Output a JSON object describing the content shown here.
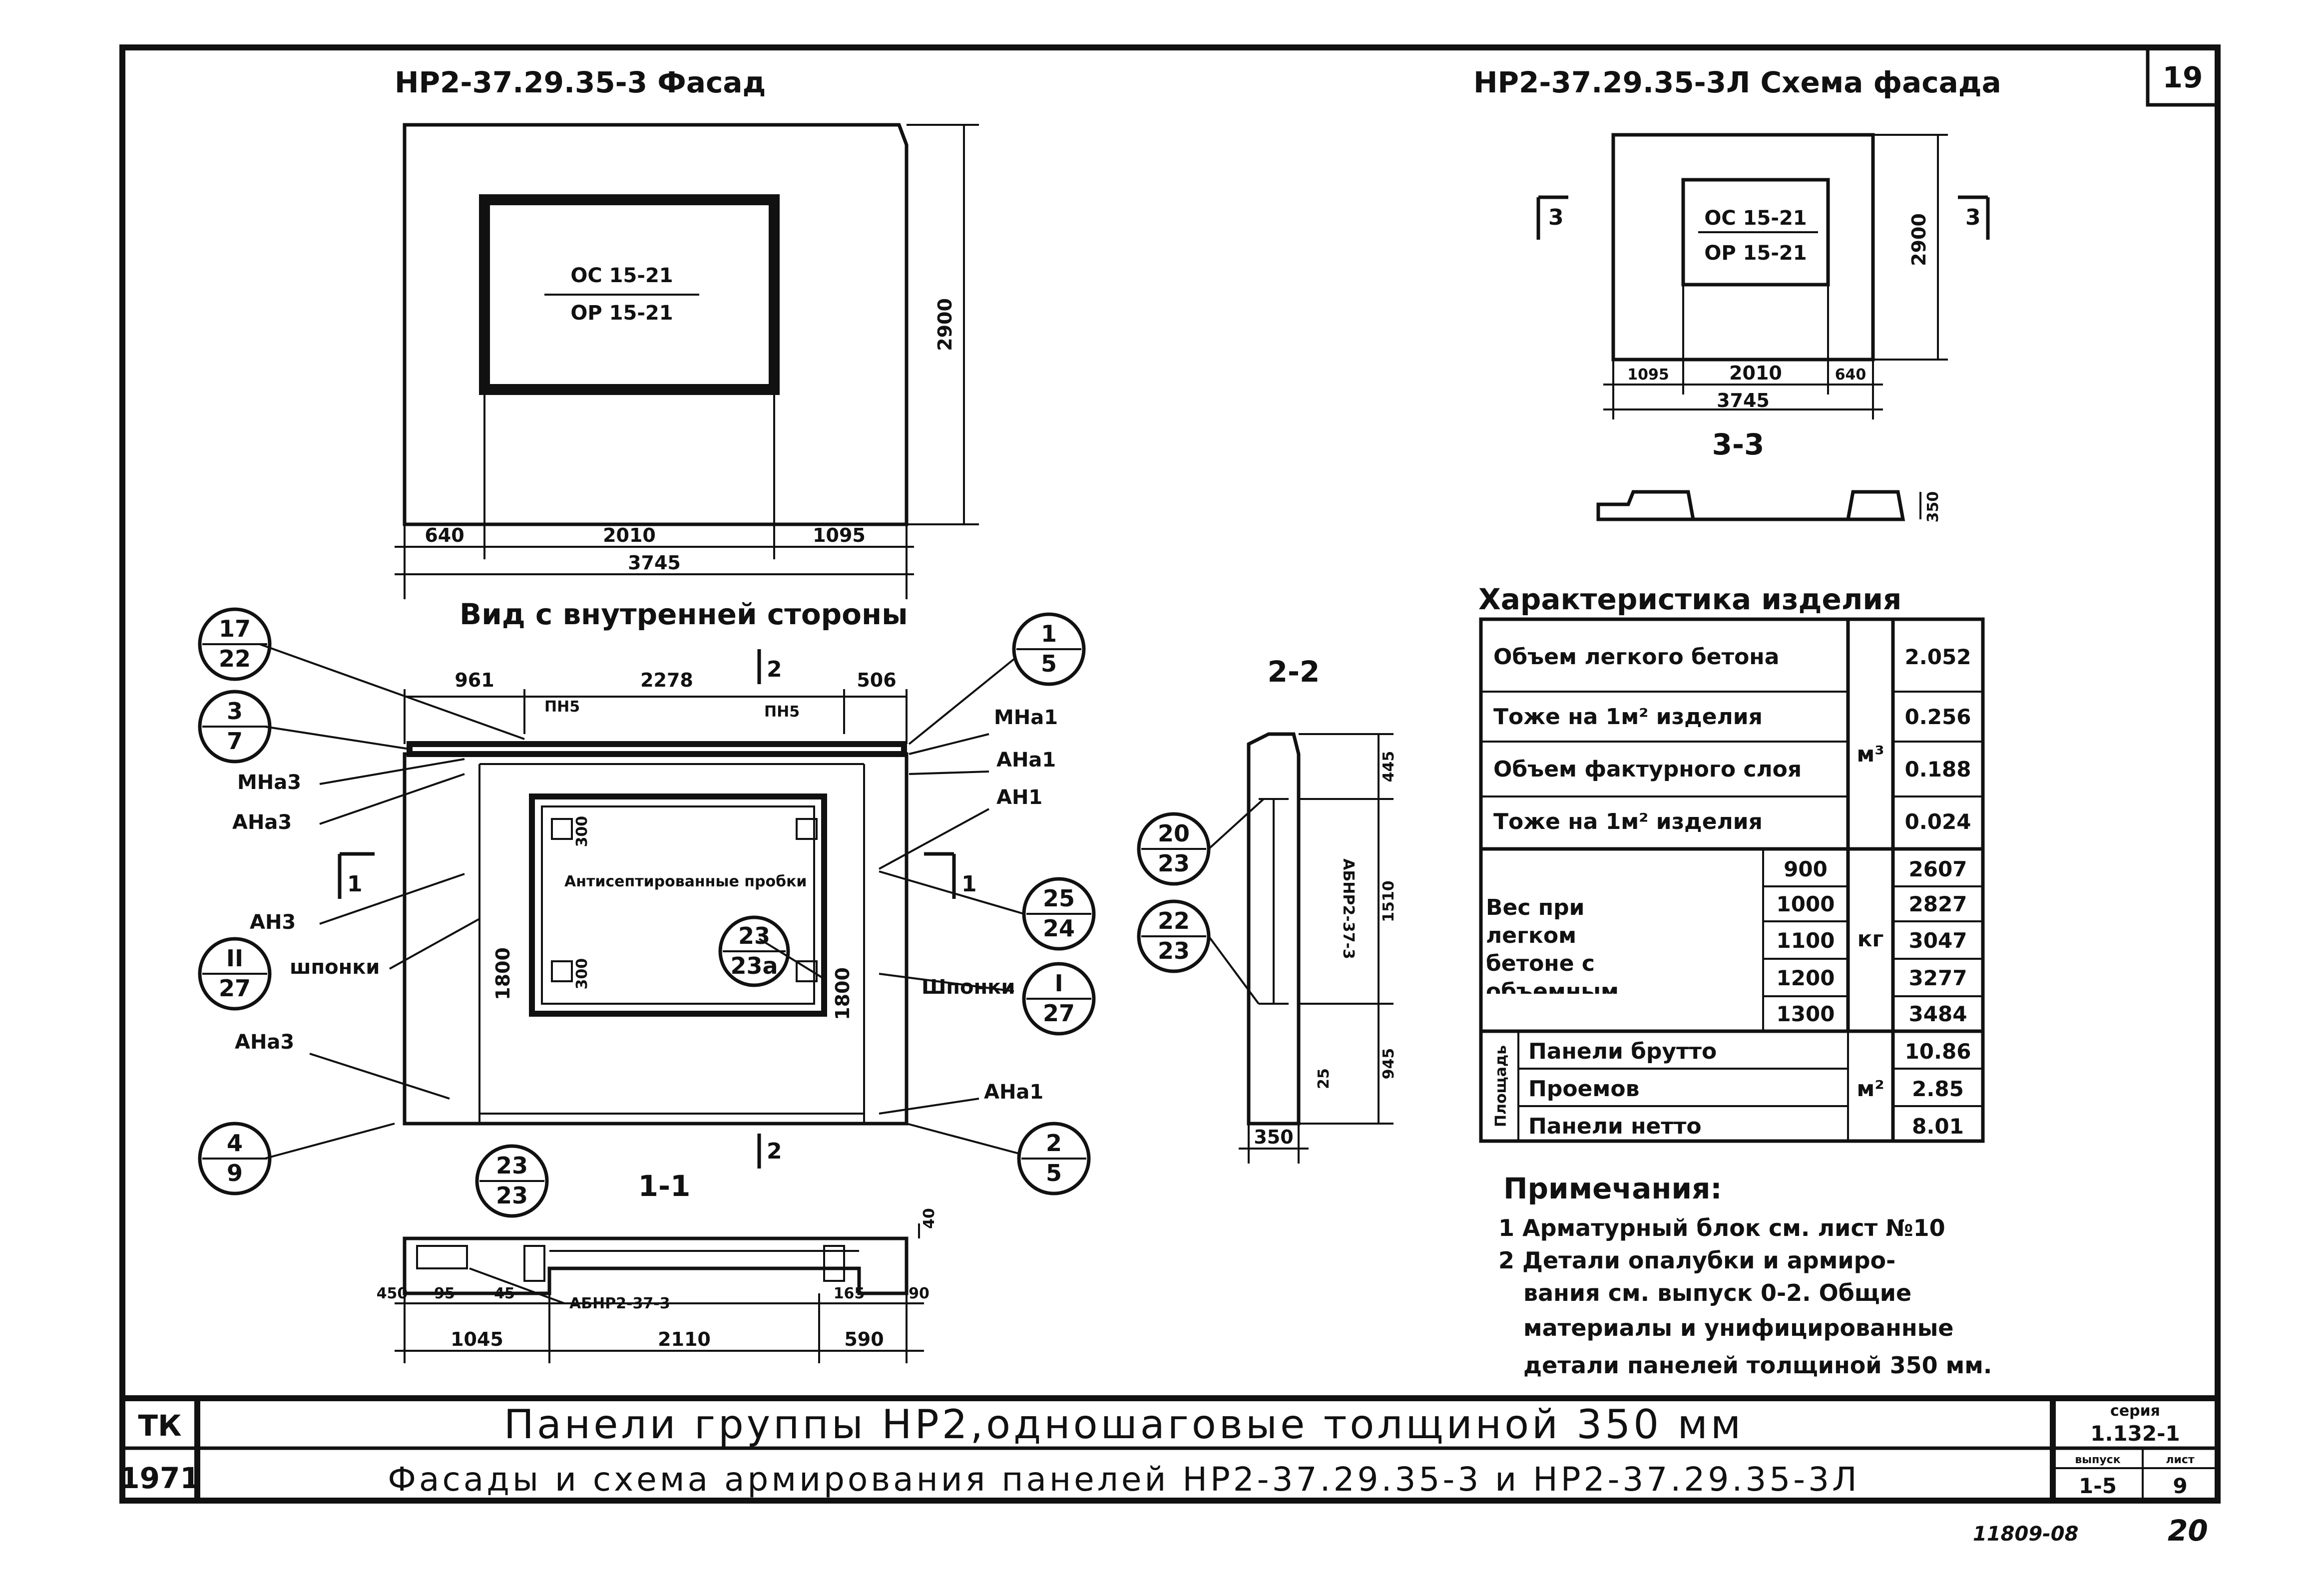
{
  "sheet_number": "19",
  "facade": {
    "title": "НР2-37.29.35-3 Фасад",
    "window_top": "ОС 15-21",
    "window_bottom": "ОР 15-21",
    "dim_height": "2900",
    "dim_left": "640",
    "dim_mid": "2010",
    "dim_right": "1095",
    "dim_total": "3745"
  },
  "scheme": {
    "title": "НР2-37.29.35-3Л Схема фасада",
    "window_top": "ОС 15-21",
    "window_bottom": "ОР 15-21",
    "dim_height": "2900",
    "dim_left": "1095",
    "dim_mid": "2010",
    "dim_right": "640",
    "dim_total": "3745",
    "cut_left": "3",
    "cut_right": "3",
    "section_title": "3-3",
    "section_dim": "350"
  },
  "inner_view": {
    "title": "Вид с внутренней стороны",
    "dim_left": "961",
    "dim_mid": "2278",
    "dim_right": "506",
    "label_pn5_left": "ПН5",
    "label_pn5_right": "ПН5",
    "label_mna1": "МНа1",
    "label_ana1_top": "АНа1",
    "label_an1": "АН1",
    "label_mna3": "МНа3",
    "label_ana3_top": "АНа3",
    "label_an3": "АН3",
    "label_shponki_left": "шпонки",
    "label_shponki_right": "Шпонки",
    "label_ana3_bottom": "АНа3",
    "label_ana1_bottom": "АНа1",
    "label_antiseptic": "Антисептированные пробки",
    "dim_300_top": "300",
    "dim_300_bottom": "300",
    "dim_1800_left": "1800",
    "dim_1800_right": "1800",
    "cut_1": "1",
    "cut_2": "2",
    "circles": [
      {
        "top": "17",
        "bottom": "22"
      },
      {
        "top": "3",
        "bottom": "7"
      },
      {
        "top": "II",
        "bottom": "27"
      },
      {
        "top": "4",
        "bottom": "9"
      },
      {
        "top": "1",
        "bottom": "5"
      },
      {
        "top": "25",
        "bottom": "24"
      },
      {
        "top": "I",
        "bottom": "27"
      },
      {
        "top": "2",
        "bottom": "5"
      },
      {
        "top": "23",
        "bottom": "23а"
      },
      {
        "top": "23",
        "bottom": "23"
      }
    ]
  },
  "section_22": {
    "title": "2-2",
    "dim_top": "445",
    "dim_mid": "1510",
    "dim_bottom": "945",
    "dim_small": "25",
    "dim_width": "350",
    "block_label": "АБНР2-37-3",
    "circles": [
      {
        "top": "20",
        "bottom": "23"
      },
      {
        "top": "22",
        "bottom": "23"
      }
    ]
  },
  "section_11": {
    "title": "1-1",
    "block_label": "АБНР2-37-3",
    "dim_40": "40",
    "dim_450": "450",
    "dim_95": "95",
    "dim_45": "45",
    "dim_165": "165",
    "dim_90": "90",
    "dim_1045": "1045",
    "dim_2110": "2110",
    "dim_590": "590"
  },
  "characteristics": {
    "title": "Характеристика изделия",
    "rows": [
      {
        "label": "Объем легкого бетона",
        "value": "2.052"
      },
      {
        "label": "Тоже на 1м² изделия",
        "value": "0.256"
      },
      {
        "label": "Объем фактурного слоя",
        "value": "0.188"
      },
      {
        "label": "Тоже на 1м² изделия",
        "value": "0.024"
      }
    ],
    "unit_volume": "м³",
    "weight_label": "Вес при легком бетоне с объемным весом",
    "weight_unit": "кг",
    "weights": [
      {
        "density": "900",
        "value": "2607"
      },
      {
        "density": "1000",
        "value": "2827"
      },
      {
        "density": "1100",
        "value": "3047"
      },
      {
        "density": "1200",
        "value": "3277"
      },
      {
        "density": "1300",
        "value": "3484"
      }
    ],
    "area_label": "Площадь",
    "area_unit": "м²",
    "areas": [
      {
        "label": "Панели брутто",
        "value": "10.86"
      },
      {
        "label": "Проемов",
        "value": "2.85"
      },
      {
        "label": "Панели нетто",
        "value": "8.01"
      }
    ]
  },
  "notes": {
    "title": "Примечания:",
    "lines": [
      "1 Арматурный блок см. лист №10",
      "2 Детали опалубки и армиро-",
      "вания см. выпуск 0-2. Общие",
      "материалы и унифицированные",
      "детали панелей толщиной 350 мм."
    ]
  },
  "title_block": {
    "code_top": "ТК",
    "code_bottom": "1971",
    "title_line1": "Панели группы НР2,одношаговые толщиной 350 мм",
    "title_line2": "Фасады и схема армирования панелей НР2-37.29.35-3 и НР2-37.29.35-3Л",
    "series_label": "серия",
    "series_value": "1.132-1",
    "issue_label": "выпуск",
    "issue_value": "1-5",
    "sheet_label": "лист",
    "sheet_value": "9"
  },
  "footer": {
    "inventory": "11809-08",
    "page": "20"
  }
}
